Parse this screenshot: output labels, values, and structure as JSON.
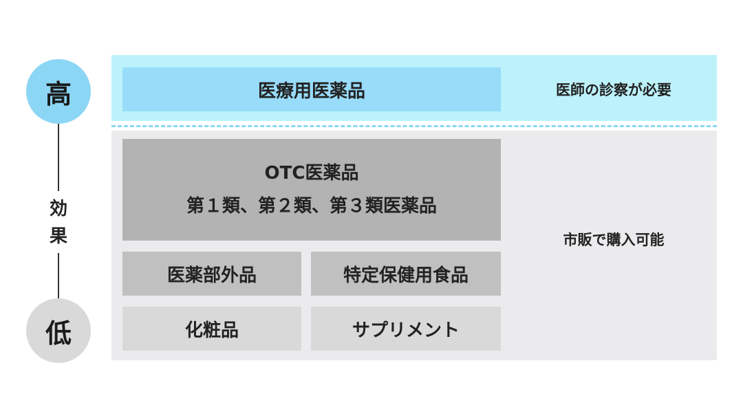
{
  "axis": {
    "high_label": "高",
    "effect_label_1": "効",
    "effect_label_2": "果",
    "low_label": "低"
  },
  "prescription": {
    "box_label": "医療用医薬品",
    "side_note": "医師の診察が必要"
  },
  "otc": {
    "line1": "OTC医薬品",
    "line2": "第１類、第２類、第３類医薬品",
    "side_note": "市販で購入可能"
  },
  "quasi_drugs": {
    "label": "医薬部外品"
  },
  "specified_health_foods": {
    "label": "特定保健用食品"
  },
  "cosmetics": {
    "label": "化粧品"
  },
  "supplements": {
    "label": "サプリメント"
  },
  "colors": {
    "high_circle": "#8cd6f5",
    "low_circle": "#d9d9d9",
    "prescription_panel": "#bdf2fb",
    "prescription_box": "#98dcfa",
    "otc_panel": "#ebebee",
    "otc_box": "#b3b3b3",
    "mid_box": "#c0c0c0",
    "light_box": "#d9d9d9"
  }
}
